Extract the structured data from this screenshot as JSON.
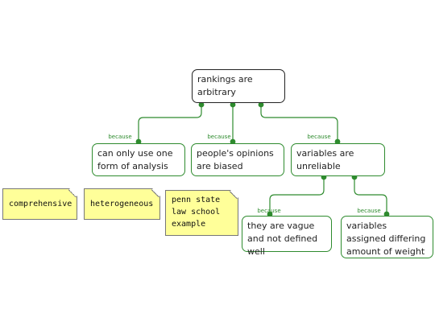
{
  "colors": {
    "connector": "#2e8b2e",
    "node_border": "#2e8b2e",
    "root_border": "#222222",
    "relation_label": "#2e8b2e",
    "note_fill": "#ffff99",
    "note_border": "#777777"
  },
  "diagram": {
    "root": {
      "text": "rankings are arbitrary"
    },
    "reasons": [
      {
        "label": "because",
        "text": "can only use one form of analysis"
      },
      {
        "label": "because",
        "text": "people's opinions are biased"
      },
      {
        "label": "because",
        "text": "variables are unreliable"
      }
    ],
    "sub_reasons": [
      {
        "label": "because",
        "text": "they are vague and not defined well"
      },
      {
        "label": "because",
        "text": "variables assigned differing amount of weight"
      }
    ]
  },
  "notes": [
    {
      "text": "comprehensive"
    },
    {
      "text": "heterogeneous"
    },
    {
      "text": "penn state law school example"
    }
  ]
}
